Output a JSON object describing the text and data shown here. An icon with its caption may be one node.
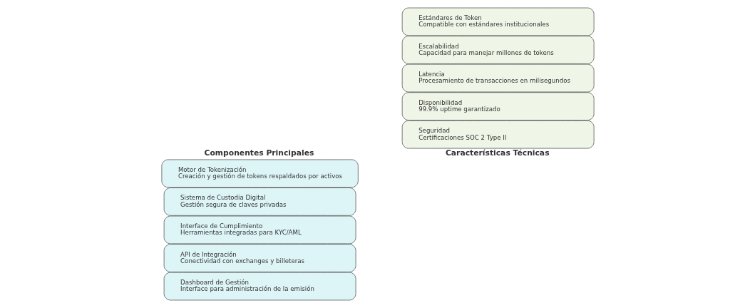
{
  "diagram": {
    "nodes": [
      {
        "text": [
          "Motor de Tokenización",
          "Creación y gestión de tokens respaldados por activos"
        ]
      },
      {
        "text": [
          "Sistema de Custodia Digital",
          "Gestión segura de claves privadas"
        ]
      },
      {
        "text": [
          "Interface de Cumplimiento",
          "Herramientas integradas para KYC/AML"
        ]
      },
      {
        "text": [
          "API de Integración",
          "Conectividad con exchanges y billeteras"
        ]
      },
      {
        "text": [
          "Dashboard de Gestión",
          "Interface para administración de la emisión"
        ]
      },
      {
        "text": [
          "Estándares de Token",
          "Compatible con estándares institucionales"
        ]
      },
      {
        "text": [
          "Escalabilidad",
          "Capacidad para manejar millones de tokens"
        ]
      },
      {
        "text": [
          "Latencia",
          "Procesamiento de transacciones en milisegundos"
        ]
      },
      {
        "text": [
          "Disponibilidad",
          "99.9% uptime garantizado"
        ]
      },
      {
        "text": [
          "Seguridad",
          "Certificaciones SOC 2 Type II"
        ]
      }
    ],
    "edges": [],
    "labels": [
      "Componentes Principales",
      "Características Técnicas"
    ]
  }
}
